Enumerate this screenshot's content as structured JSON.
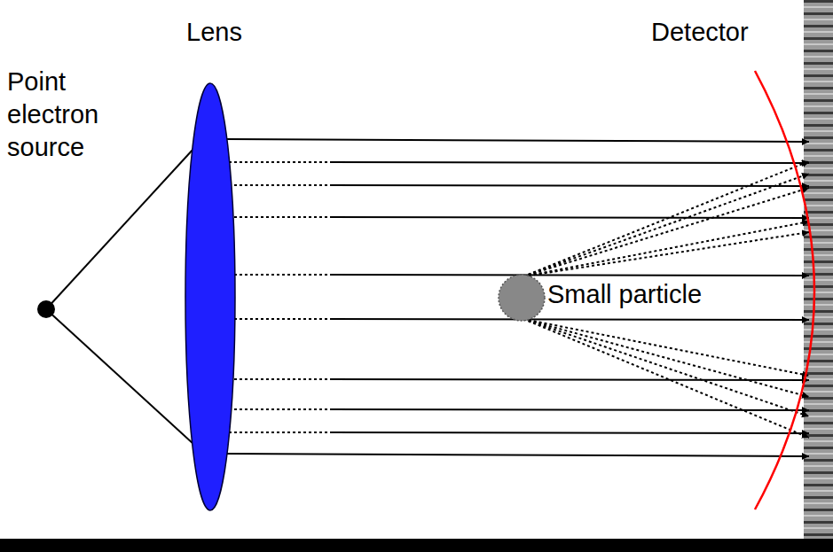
{
  "diagram": {
    "labels": [
      "Lens",
      "Detector",
      "Point electron source",
      "Small particle"
    ]
  }
}
